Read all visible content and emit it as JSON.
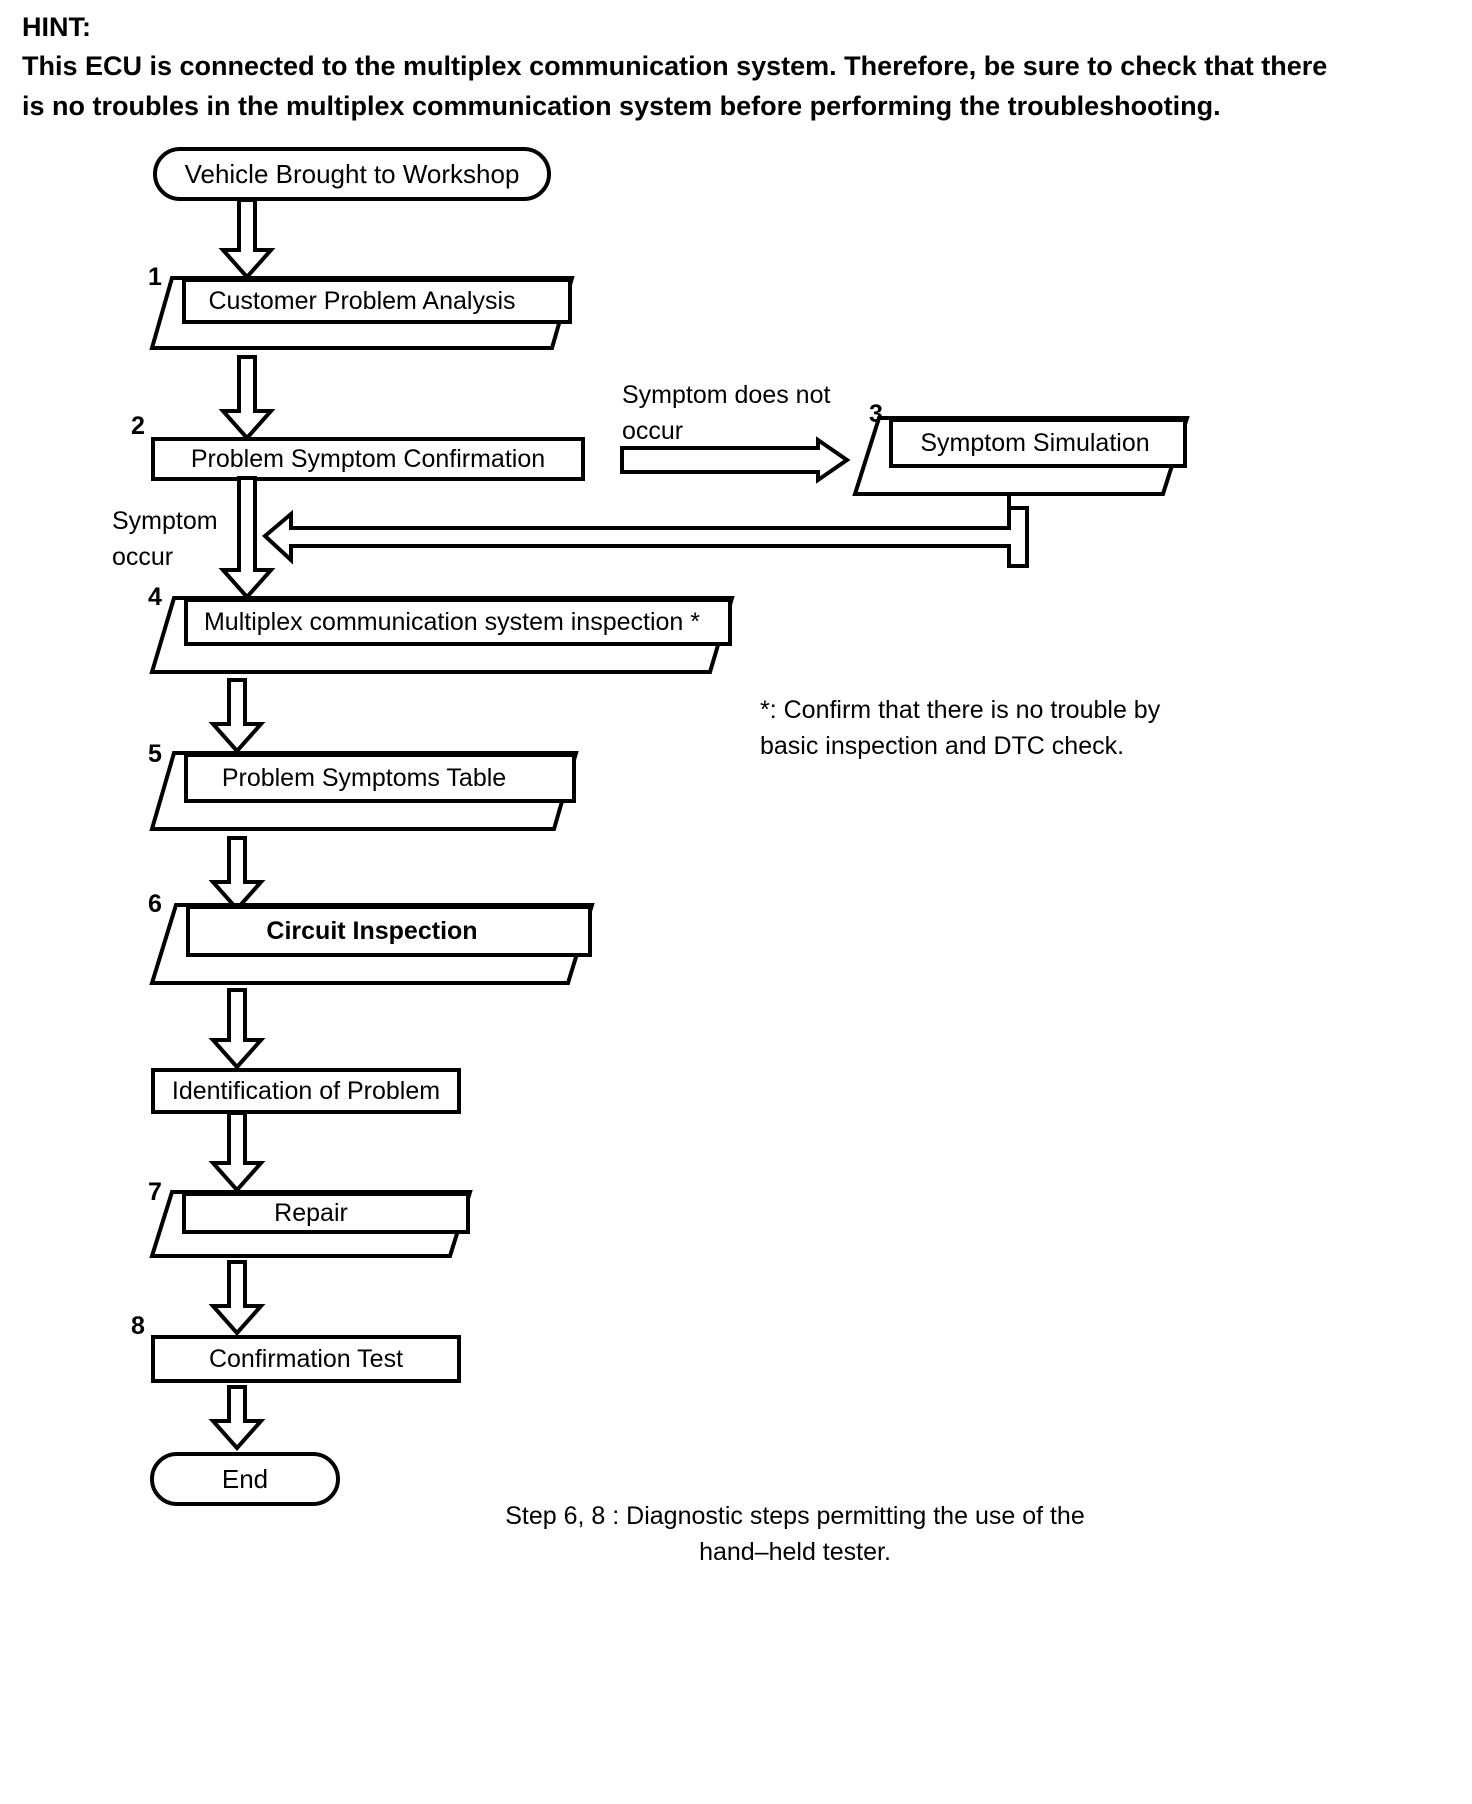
{
  "hint": {
    "label": "HINT:",
    "body": "This ECU is connected to the multiplex communication system. Therefore, be sure to check that there is no troubles in the multiplex communication system before performing the troubleshooting."
  },
  "flow": {
    "start": {
      "label": "Vehicle Brought to Workshop"
    },
    "end": {
      "label": "End"
    },
    "steps": [
      {
        "num": "1",
        "label": "Customer Problem Analysis",
        "shape": "slab"
      },
      {
        "num": "2",
        "label": "Problem Symptom Confirmation",
        "shape": "rect"
      },
      {
        "num": "3",
        "label": "Symptom Simulation",
        "shape": "slab"
      },
      {
        "num": "4",
        "label": "Multiplex communication system inspection *",
        "shape": "slab"
      },
      {
        "num": "5",
        "label": "Problem Symptoms Table",
        "shape": "slab"
      },
      {
        "num": "6",
        "label": "Circuit Inspection",
        "shape": "slab"
      },
      {
        "num": "",
        "label": "Identification of Problem",
        "shape": "rect"
      },
      {
        "num": "7",
        "label": "Repair",
        "shape": "slab"
      },
      {
        "num": "8",
        "label": "Confirmation Test",
        "shape": "rect"
      }
    ],
    "edges": {
      "symptom_not_occur": "Symptom does not\noccur",
      "symptom_occur": "Symptom\noccur"
    }
  },
  "notes": {
    "asterisk": "*: Confirm that there is no trouble by\nbasic inspection and DTC check.",
    "caption": "Step 6, 8 : Diagnostic steps permitting the use of the\nhand–held tester."
  },
  "colors": {
    "ink": "#000000",
    "paper": "#ffffff"
  }
}
